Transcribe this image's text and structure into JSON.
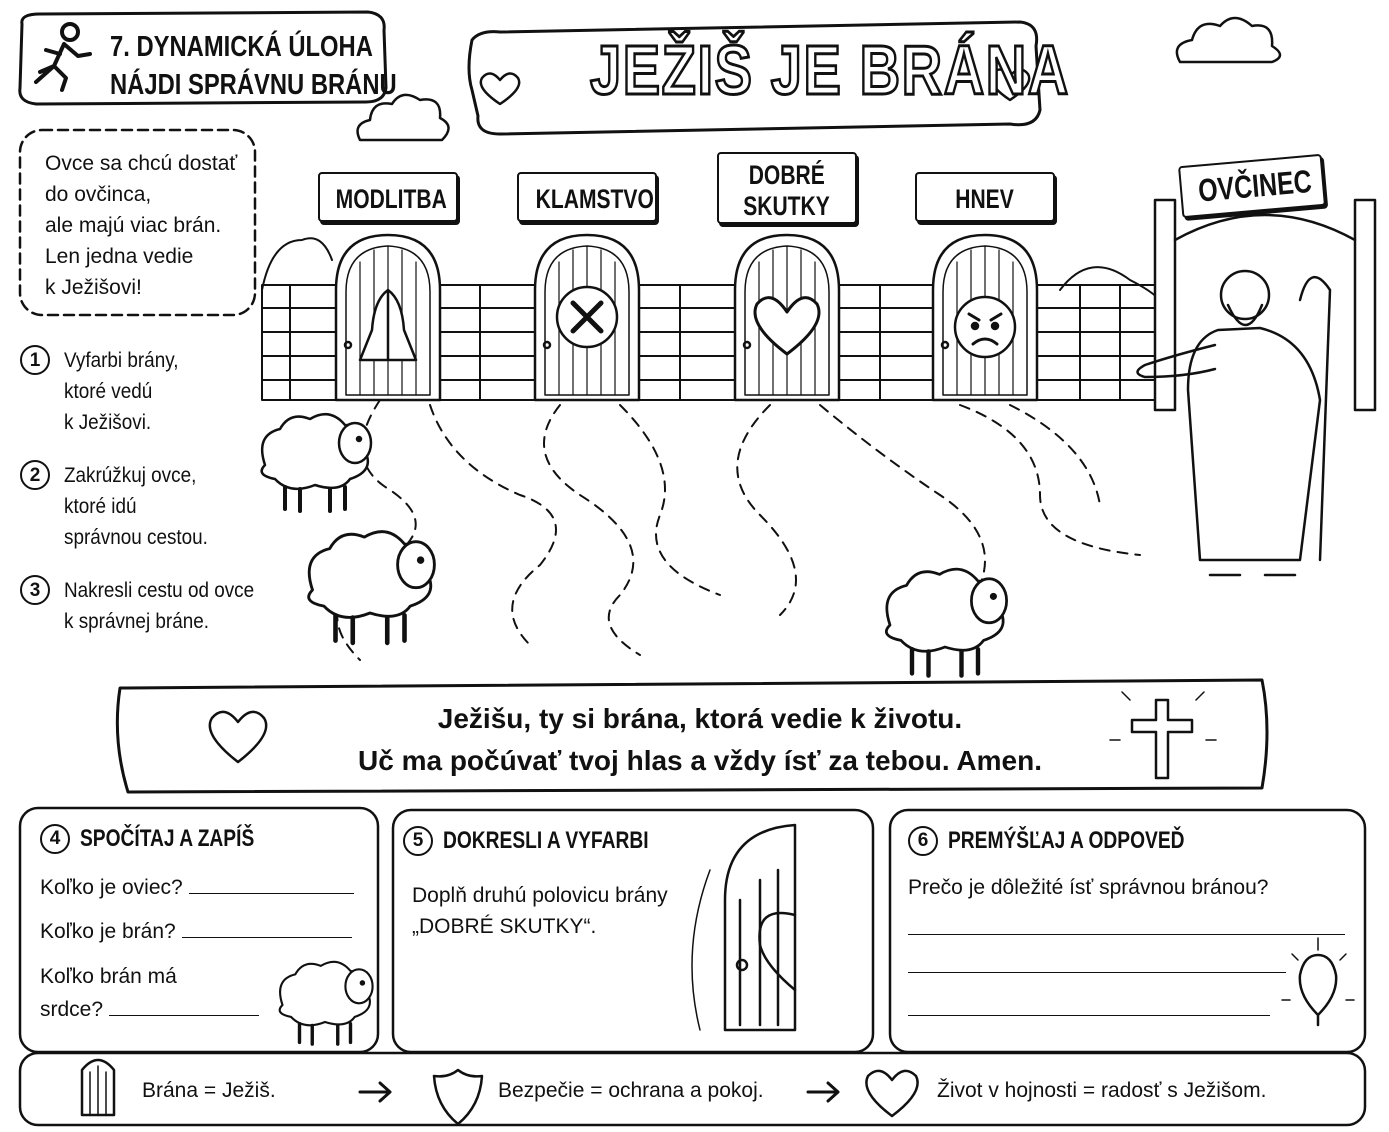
{
  "task_badge": {
    "line1": "7. DYNAMICKÁ ÚLOHA",
    "line2": "NÁJDI SPRÁVNU BRÁNU",
    "icon": "running-person-icon"
  },
  "title": "JEŽIŠ JE BRÁNA",
  "intro": [
    "Ovce sa chcú dostať",
    "do ovčinca,",
    "ale majú viac brán.",
    "Len jedna vedie",
    "k Ježišovi!"
  ],
  "steps": [
    {
      "num": "1",
      "lines": [
        "Vyfarbi brány,",
        "ktoré vedú",
        "k Ježišovi."
      ]
    },
    {
      "num": "2",
      "lines": [
        "Zakrúžkuj ovce,",
        "ktoré idú",
        "správnou cestou."
      ]
    },
    {
      "num": "3",
      "lines": [
        "Nakresli cestu od ovce",
        "k správnej bráne."
      ]
    }
  ],
  "gates": [
    {
      "label": [
        "MODLITBA"
      ],
      "icon": "praying-hands-icon"
    },
    {
      "label": [
        "KLAMSTVO"
      ],
      "icon": "x-mark-icon"
    },
    {
      "label": [
        "DOBRÉ",
        "SKUTKY"
      ],
      "icon": "heart-icon"
    },
    {
      "label": [
        "HNEV"
      ],
      "icon": "angry-face-icon"
    }
  ],
  "fold_sign": "OVČINEC",
  "prayer": {
    "line1": "Ježišu, ty si brána, ktorá vedie k životu.",
    "line2": "Uč ma počúvať tvoj hlas a vždy ísť za tebou. Amen."
  },
  "panels": {
    "count": {
      "num": "4",
      "title": "SPOČÍTAJ A ZAPÍŠ",
      "q1": "Koľko je oviec?",
      "q2": "Koľko je brán?",
      "q3a": "Koľko brán má",
      "q3b": "srdce?"
    },
    "draw": {
      "num": "5",
      "title": "DOKRESLI A VYFARBI",
      "text1": "Doplň druhú polovicu brány",
      "text2": "„DOBRÉ SKUTKY“."
    },
    "think": {
      "num": "6",
      "title": "PREMÝŠĽAJ A ODPOVEĎ",
      "question": "Prečo je dôležité ísť správnou bránou?"
    }
  },
  "legend": [
    {
      "icon": "gate-icon",
      "text": "Brána = Ježiš."
    },
    {
      "icon": "shield-icon",
      "text": "Bezpečie = ochrana a pokoj."
    },
    {
      "icon": "heart-icon",
      "text": "Život v hojnosti = radosť s Ježišom."
    }
  ]
}
